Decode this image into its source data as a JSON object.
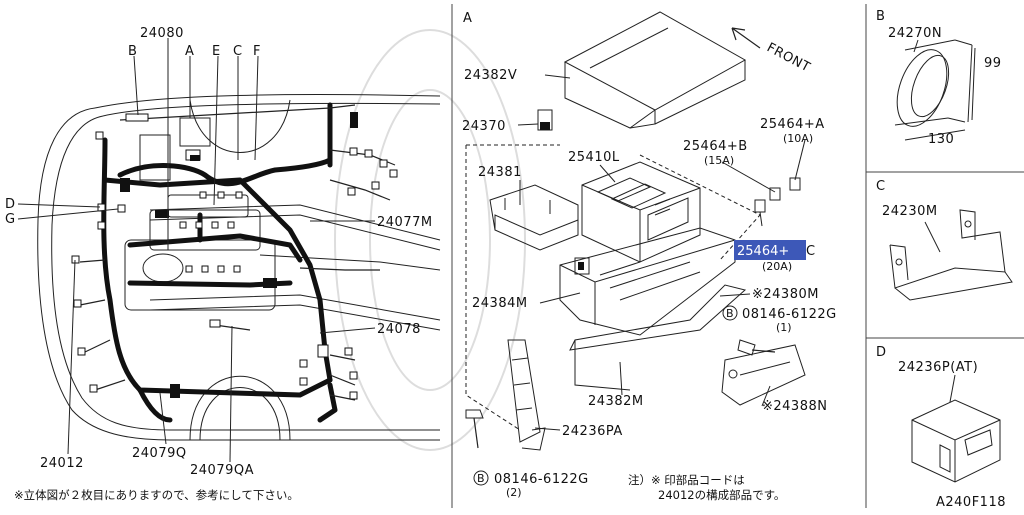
{
  "labels": {
    "p24080": "24080",
    "B": "B",
    "A": "A",
    "E": "E",
    "C": "C",
    "F": "F",
    "D": "D",
    "G": "G",
    "p24077M": "24077M",
    "p24078": "24078",
    "p24012": "24012",
    "p24079Q": "24079Q",
    "p24079QA": "24079QA",
    "footnote_left": "※立体図が２枚目にありますので、参考にして下さい。",
    "panelA": "A",
    "p24382V": "24382V",
    "front": "FRONT",
    "p24370": "24370",
    "p25464A": "25464+A",
    "p25464A_amp": "(10A)",
    "p25464B": "25464+B",
    "p25464B_amp": "(15A)",
    "p25410L": "25410L",
    "p24381": "24381",
    "p25464C_hl": "25464+",
    "p25464C_suffix": "C",
    "p25464C_amp": "(20A)",
    "p24384M": "24384M",
    "p24380M": "※24380M",
    "bolt_circle": "B",
    "p08146_6122G_right": "08146-6122G",
    "p08146_qty_right": "(1)",
    "p24382M": "24382M",
    "p24388N": "※24388N",
    "p24236PA": "24236PA",
    "p08146_6122G_bottom": "08146-6122G",
    "p08146_qty_bottom": "(2)",
    "note_mid_line1": "注）※ 印部品コードは",
    "note_mid_line2": "24012の構成部品です。",
    "panelB": "B",
    "p24270N": "24270N",
    "dim99": "99",
    "dim130": "130",
    "panelC": "C",
    "p24230M": "24230M",
    "panelD": "D",
    "p24236P_AT": "24236P(AT)",
    "diagram_code": "A240F118"
  }
}
